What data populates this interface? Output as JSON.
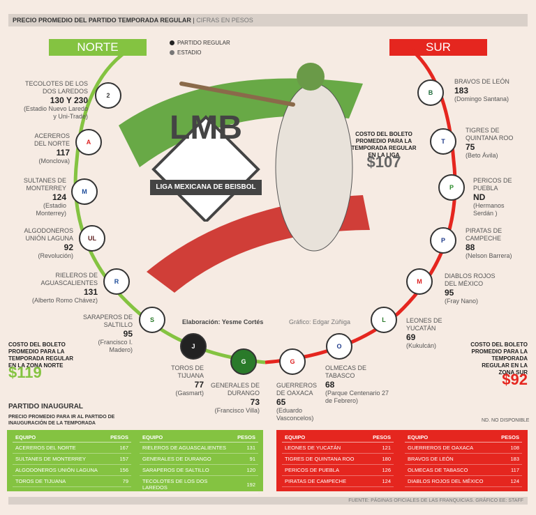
{
  "header": {
    "title": "PRECIO PROMEDIO DEL PARTIDO TEMPORADA REGULAR",
    "subtitle": "CIFRAS EN PESOS"
  },
  "zones": {
    "norte": "NORTE",
    "sur": "SUR"
  },
  "legend": {
    "regular": "PARTIDO REGULAR",
    "stadium": "ESTADIO"
  },
  "logo": {
    "title": "LMB",
    "subtitle": "LIGA MEXICANA DE BEISBOL"
  },
  "league_cost": {
    "label": "COSTO DEL BOLETO PROMEDIO PARA LA TEMPORADA REGULAR EN LA LIGA",
    "value": "$107"
  },
  "norte_cost": {
    "label": "COSTO DEL BOLETO PROMEDIO PARA LA TEMPORADA REGULAR EN LA ZONA NORTE",
    "value": "$119"
  },
  "sur_cost": {
    "label": "COSTO DEL BOLETO PROMEDIO PARA LA TEMPORADA REGULAR EN LA ZONA SUR",
    "value": "$92"
  },
  "credits": {
    "elaboracion": "Elaboración: Yesme Cortés",
    "grafico": "Gráfico: Edgar Zúñiga"
  },
  "norte_teams": [
    {
      "name": "TECOLOTES DE LOS DOS LAREDOS",
      "price": "130 Y 230",
      "stadium": "(Estadio Nuevo Laredo y Uni-Trade)"
    },
    {
      "name": "ACEREROS DEL NORTE",
      "price": "117",
      "stadium": "(Monclova)"
    },
    {
      "name": "SULTANES DE MONTERREY",
      "price": "124",
      "stadium": "(Estadio Monterrey)"
    },
    {
      "name": "ALGODONEROS UNIÓN LAGUNA",
      "price": "92",
      "stadium": "(Revolución)"
    },
    {
      "name": "RIELEROS DE AGUASCALIENTES",
      "price": "131",
      "stadium": "(Alberto Romo Chávez)"
    },
    {
      "name": "SARAPEROS DE SALTILLO",
      "price": "95",
      "stadium": "(Francisco I. Madero)"
    },
    {
      "name": "TOROS DE TIJUANA",
      "price": "77",
      "stadium": "(Gasmart)"
    },
    {
      "name": "GENERALES DE DURANGO",
      "price": "73",
      "stadium": "(Francisco Villa)"
    }
  ],
  "sur_teams": [
    {
      "name": "BRAVOS DE LEÓN",
      "price": "183",
      "stadium": "(Domingo Santana)"
    },
    {
      "name": "TIGRES DE QUINTANA ROO",
      "price": "75",
      "stadium": "(Beto Ávila)"
    },
    {
      "name": "PERICOS DE PUEBLA",
      "price": "ND",
      "stadium": "(Hermanos Serdán )"
    },
    {
      "name": "PIRATAS DE CAMPECHE",
      "price": "88",
      "stadium": "(Nelson Barrera)"
    },
    {
      "name": "DIABLOS ROJOS DEL MÉXICO",
      "price": "95",
      "stadium": "(Fray Nano)"
    },
    {
      "name": "LEONES DE YUCATÁN",
      "price": "69",
      "stadium": "(Kukulcán)"
    },
    {
      "name": "OLMECAS DE TABASCO",
      "price": "68",
      "stadium": "(Parque Centenario 27 de Febrero)"
    },
    {
      "name": "GUERREROS DE OAXACA",
      "price": "65",
      "stadium": "(Eduardo Vasconcelos)"
    }
  ],
  "inaugural": {
    "title": "PARTIDO INAUGURAL",
    "subtitle": "PRECIO PROMEDIO PARA IR AL PARTIDO DE INAUGURACIÓN DE LA TEMPORADA"
  },
  "nd_note": "ND. NO DISPONIBLE",
  "table_headers": {
    "team": "EQUIPO",
    "price": "PESOS"
  },
  "table_norte_1": [
    [
      "ACEREROS DEL NORTE",
      "167"
    ],
    [
      "SULTANES DE MONTERREY",
      "157"
    ],
    [
      "ALGODONEROS UNIÓN LAGUNA",
      "156"
    ],
    [
      "TOROS DE TIJUANA",
      "79"
    ]
  ],
  "table_norte_2": [
    [
      "RIELEROS DE AGUASCALIENTES",
      "131"
    ],
    [
      "GENERALES DE DURANGO",
      "91"
    ],
    [
      "SARAPEROS DE SALTILLO",
      "120"
    ],
    [
      "TECOLOTES DE LOS DOS LAREDOS",
      "192"
    ]
  ],
  "table_sur_1": [
    [
      "LEONES DE YUCATÁN",
      "121"
    ],
    [
      "TIGRES DE QUINTANA ROO",
      "180"
    ],
    [
      "PERICOS DE PUEBLA",
      "126"
    ],
    [
      "PIRATAS DE CAMPECHE",
      "124"
    ]
  ],
  "table_sur_2": [
    [
      "GUERREROS DE OAXACA",
      "108"
    ],
    [
      "BRAVOS DE LEÓN",
      "183"
    ],
    [
      "OLMECAS DE TABASCO",
      "117"
    ],
    [
      "DIABLOS ROJOS DEL MÉXICO",
      "124"
    ]
  ],
  "footer": "FUENTE: PÁGINAS OFICIALES DE LAS FRANQUICIAS. GRÁFICO EE: STAFF",
  "colors": {
    "green": "#84c341",
    "red": "#e5261f"
  }
}
